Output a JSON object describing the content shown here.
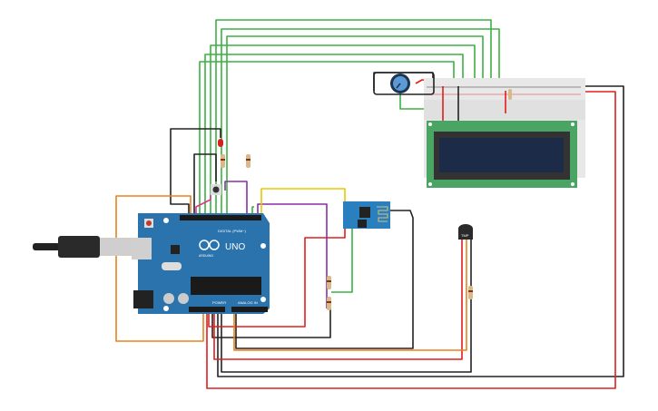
{
  "arduino": {
    "model": "UNO",
    "brand": "ARDUINO",
    "digital_label": "DIGITAL (PWM~)",
    "power_label": "POWER",
    "analog_label": "ANALOG IN"
  },
  "sensor": {
    "label": "TMP"
  },
  "colors": {
    "board": "#2a73ad",
    "breadboard": "#e8e8e8",
    "lcd_pcb": "#4aa564",
    "lcd_screen": "#1c2b48",
    "wire_green": "#3cb043",
    "wire_red": "#e01e1e",
    "wire_black": "#222222",
    "wire_orange": "#e8801c",
    "wire_purple": "#8a2fa8",
    "wire_yellow": "#e8c800",
    "wire_pink": "#e0358c"
  }
}
